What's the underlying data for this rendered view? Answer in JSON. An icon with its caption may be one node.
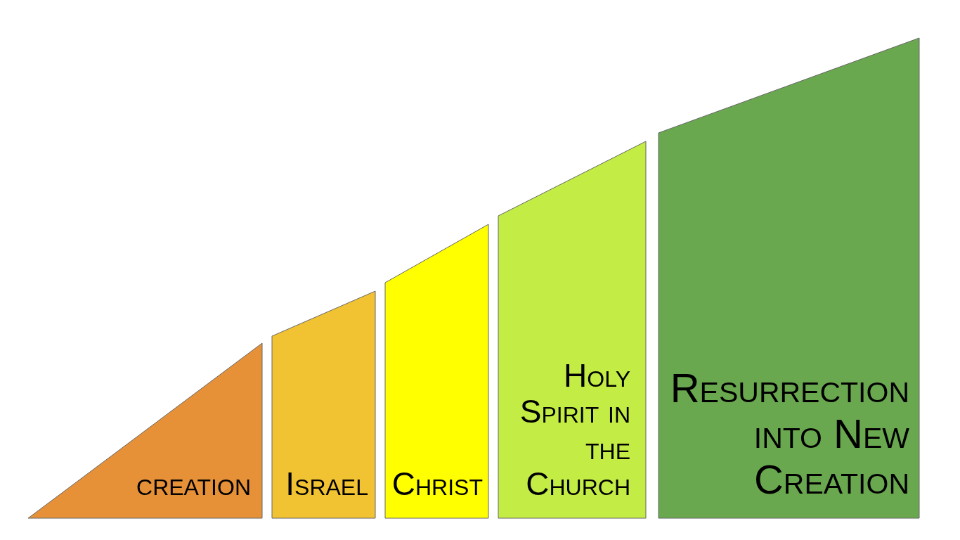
{
  "diagram": {
    "nodes": [
      {
        "text": [
          "creation"
        ]
      },
      {
        "text": [
          "Israel"
        ]
      },
      {
        "text": [
          "Christ"
        ]
      },
      {
        "text": [
          "Holy Spirit in the Church"
        ]
      },
      {
        "text": [
          "Resurrection into New Creation"
        ]
      }
    ]
  }
}
